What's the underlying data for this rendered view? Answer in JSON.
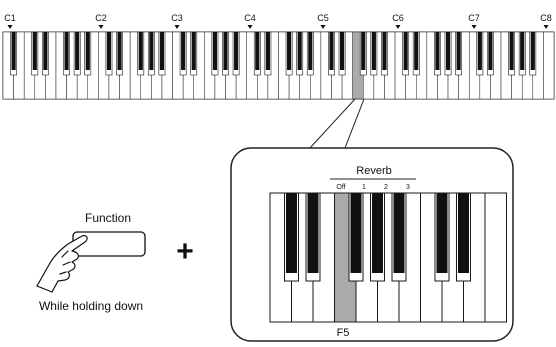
{
  "keyboard": {
    "octave_labels": [
      "C1",
      "C2",
      "C3",
      "C4",
      "C5",
      "C6",
      "C7",
      "C8"
    ],
    "highlighted_key": "F5"
  },
  "zoom_panel": {
    "title": "Reverb",
    "options": [
      "Off",
      "1",
      "2",
      "3"
    ],
    "key_label": "F5"
  },
  "instruction": {
    "button_label": "Function",
    "plus_sign": "+",
    "caption": "While holding down"
  },
  "colors": {
    "key_outline": "#1a1a1a",
    "highlight": "#aaaaaa",
    "panel_border": "#222222"
  },
  "icons": [
    "hand-pressing-icon",
    "triangle-marker-icon"
  ]
}
